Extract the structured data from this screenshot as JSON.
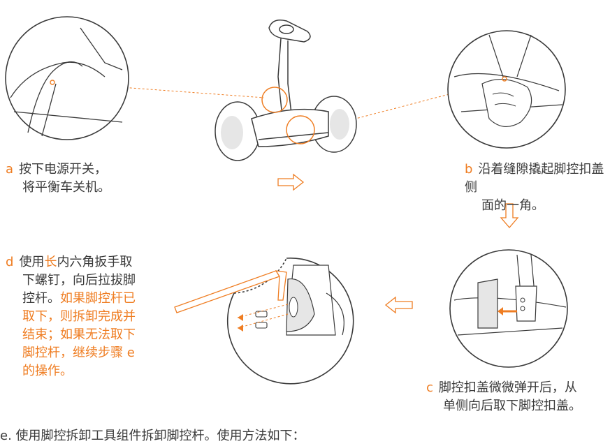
{
  "steps": {
    "a": {
      "label": "a",
      "line1": "按下电源开关，",
      "line2": "将平衡车关机。"
    },
    "b": {
      "label": "b",
      "line1": "沿着缝隙撬起脚控扣盖侧",
      "line2": "面的一角。"
    },
    "c": {
      "label": "c",
      "line1": "脚控扣盖微微弹开后，从",
      "line2": "单侧向后取下脚控扣盖。"
    },
    "d": {
      "label": "d",
      "line1_pre": "使用",
      "line1_highlight": "长",
      "line1_post": "内六角扳手取",
      "line2": "下螺钉，向后拉拔脚",
      "line3_plain": "控杆。",
      "line3_highlight": "如果脚控杆已",
      "line4": "取下，则拆卸完成并",
      "line5": "结束；如果无法取下",
      "line6": "脚控杆，继续步骤 e",
      "line7": "的操作。"
    },
    "e": {
      "text": "e. 使用脚控拆卸工具组件拆卸脚控杆。使用方法如下："
    }
  },
  "colors": {
    "accent": "#ef7d22",
    "line": "#3a3a3a",
    "fill": "#e6e6e6"
  },
  "icons": [
    "arrow-right-icon",
    "arrow-down-icon",
    "arrow-left-icon"
  ]
}
